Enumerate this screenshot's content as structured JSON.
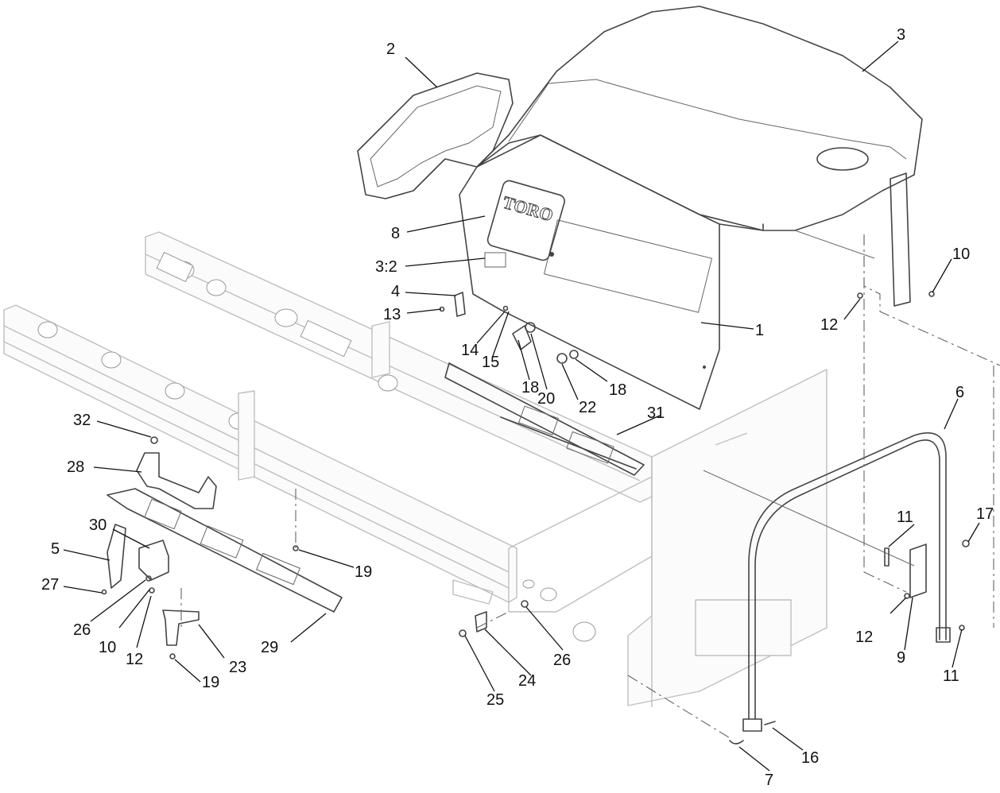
{
  "diagram": {
    "brand_text": "TORO",
    "colors": {
      "line": "#444444",
      "ghost_line": "#bfbfbf",
      "text": "#111111",
      "background": "#ffffff"
    },
    "callouts": [
      {
        "id": "c2",
        "label": "2"
      },
      {
        "id": "c3",
        "label": "3"
      },
      {
        "id": "c8",
        "label": "8"
      },
      {
        "id": "c3-2",
        "label": "3:2"
      },
      {
        "id": "c4",
        "label": "4"
      },
      {
        "id": "c13",
        "label": "13"
      },
      {
        "id": "c1",
        "label": "1"
      },
      {
        "id": "c10a",
        "label": "10"
      },
      {
        "id": "c12a",
        "label": "12"
      },
      {
        "id": "c14",
        "label": "14"
      },
      {
        "id": "c15",
        "label": "15"
      },
      {
        "id": "c18a",
        "label": "18"
      },
      {
        "id": "c20",
        "label": "20"
      },
      {
        "id": "c22",
        "label": "22"
      },
      {
        "id": "c18b",
        "label": "18"
      },
      {
        "id": "c6",
        "label": "6"
      },
      {
        "id": "c31",
        "label": "31"
      },
      {
        "id": "c32",
        "label": "32"
      },
      {
        "id": "c28",
        "label": "28"
      },
      {
        "id": "c30",
        "label": "30"
      },
      {
        "id": "c5",
        "label": "5"
      },
      {
        "id": "c19a",
        "label": "19"
      },
      {
        "id": "c27",
        "label": "27"
      },
      {
        "id": "c26a",
        "label": "26"
      },
      {
        "id": "c10b",
        "label": "10"
      },
      {
        "id": "c12b",
        "label": "12"
      },
      {
        "id": "c23",
        "label": "23"
      },
      {
        "id": "c29",
        "label": "29"
      },
      {
        "id": "c19b",
        "label": "19"
      },
      {
        "id": "c11a",
        "label": "11"
      },
      {
        "id": "c17",
        "label": "17"
      },
      {
        "id": "c12c",
        "label": "12"
      },
      {
        "id": "c9",
        "label": "9"
      },
      {
        "id": "c11b",
        "label": "11"
      },
      {
        "id": "c26b",
        "label": "26"
      },
      {
        "id": "c24",
        "label": "24"
      },
      {
        "id": "c25",
        "label": "25"
      },
      {
        "id": "c16",
        "label": "16"
      },
      {
        "id": "c7",
        "label": "7"
      }
    ]
  }
}
